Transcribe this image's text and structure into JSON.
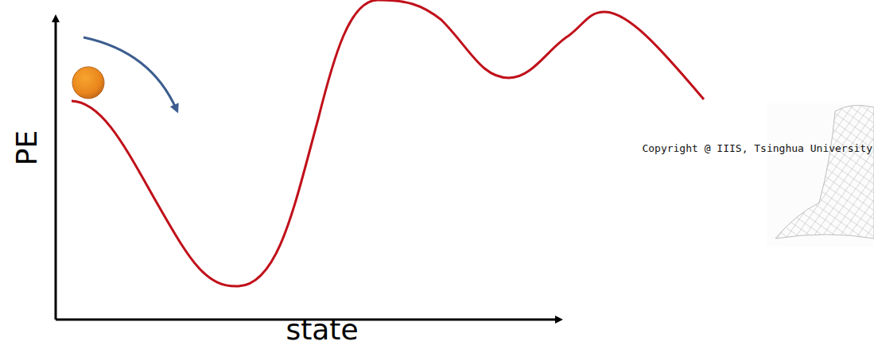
{
  "diagram": {
    "labels": [
      "PE",
      "state",
      "Copyright @ IIIS, Tsinghua University"
    ]
  }
}
